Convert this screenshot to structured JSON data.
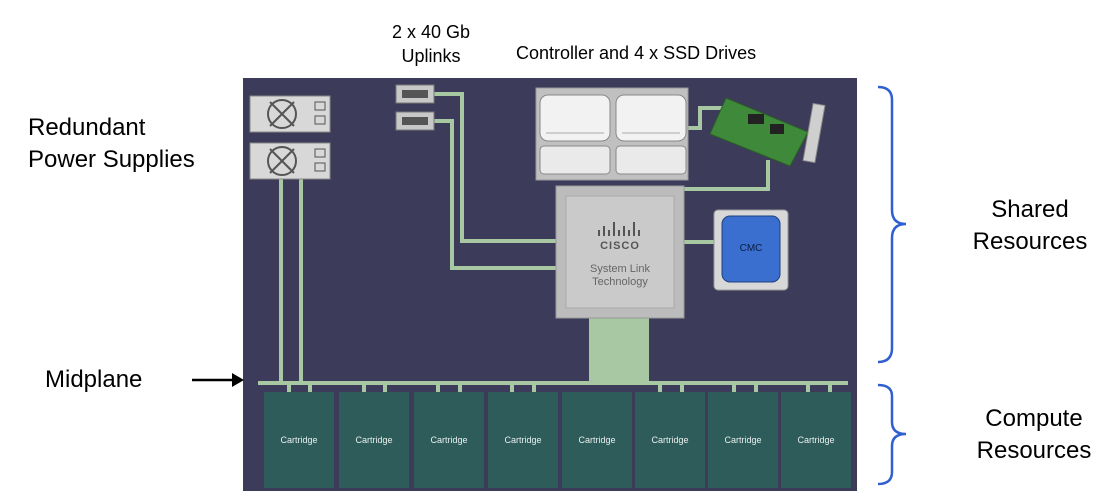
{
  "labels": {
    "uplinks_line1": "2 x 40 Gb",
    "uplinks_line2": "Uplinks",
    "controller": "Controller and 4 x SSD Drives",
    "power_line1": "Redundant",
    "power_line2": "Power Supplies",
    "midplane": "Midplane",
    "shared_line1": "Shared",
    "shared_line2": "Resources",
    "compute_line1": "Compute",
    "compute_line2": "Resources"
  },
  "chip": {
    "brand": "CISCO",
    "line1": "System Link",
    "line2": "Technology"
  },
  "cmc": "CMC",
  "cartridges": [
    "Cartridge",
    "Cartridge",
    "Cartridge",
    "Cartridge",
    "Cartridge",
    "Cartridge",
    "Cartridge",
    "Cartridge"
  ],
  "colors": {
    "panel": "#3c3c5a",
    "link": "#a8c8a4",
    "cartridge": "#2e5c5a",
    "brace": "#2f5fd0",
    "cmc": "#3a6fd0"
  }
}
